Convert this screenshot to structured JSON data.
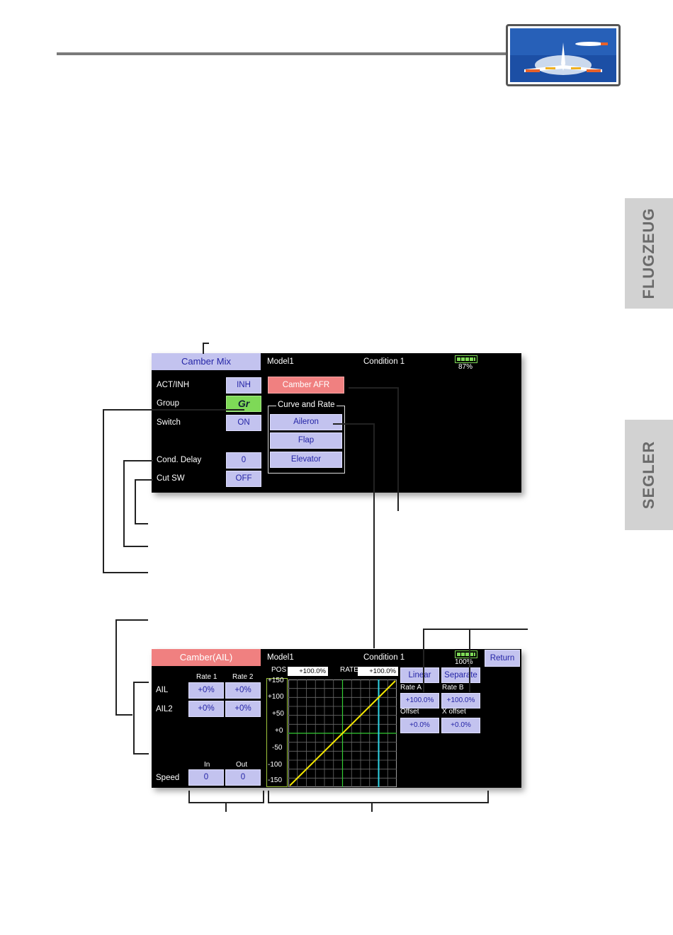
{
  "side_tabs": {
    "flugzeug": "FLUGZEUG",
    "segler": "SEGLER"
  },
  "screen1": {
    "title": "Camber Mix",
    "model": "Model1",
    "condition": "Condition  1",
    "battery_pct": "87%",
    "rows": [
      {
        "label": "ACT/INH",
        "value": "INH"
      },
      {
        "label": "Group",
        "value": "Gr"
      },
      {
        "label": "Switch",
        "value": "ON"
      },
      {
        "label": "Cond. Delay",
        "value": "0"
      },
      {
        "label": "Cut SW",
        "value": "OFF"
      }
    ],
    "camber_afr_label": "Camber AFR",
    "curve_rate_title": "Curve and Rate",
    "curve_buttons": [
      "Aileron",
      "Flap",
      "Elevator"
    ]
  },
  "screen2": {
    "title": "Camber(AIL)",
    "model": "Model1",
    "condition": "Condition  1",
    "battery_pct": "100%",
    "return_label": "Return",
    "col_headers": [
      "Rate 1",
      "Rate 2"
    ],
    "rows": [
      {
        "label": "AIL",
        "rate1": "+0%",
        "rate2": "+0%"
      },
      {
        "label": "AIL2",
        "rate1": "+0%",
        "rate2": "+0%"
      }
    ],
    "speed": {
      "label": "Speed",
      "in_header": "In",
      "out_header": "Out",
      "in_value": "0",
      "out_value": "0"
    },
    "pos_label": "POS",
    "pos_value": "+100.0%",
    "rate_label": "RATE",
    "rate_value": "+100.0%",
    "y_ticks": [
      "+150",
      "+100",
      "+50",
      "+0",
      "-50",
      "-100",
      "-150"
    ],
    "linear_label": "Linear",
    "separate_label": "Separate",
    "rate_a_label": "Rate A",
    "rate_b_label": "Rate B",
    "rate_a_value": "+100.0%",
    "rate_b_value": "+100.0%",
    "offset_label": "Offset",
    "x_offset_label": "X offset",
    "offset_value": "+0.0%",
    "x_offset_value": "+0.0%"
  },
  "colors": {
    "button_bg": "#c3c3ef",
    "button_text": "#2424a6",
    "accent_red": "#f08080",
    "group_green": "#7ed957",
    "curve_yellow": "#f2e600",
    "cursor_cyan": "#2fd4e6",
    "grid_green": "#33cc33"
  }
}
